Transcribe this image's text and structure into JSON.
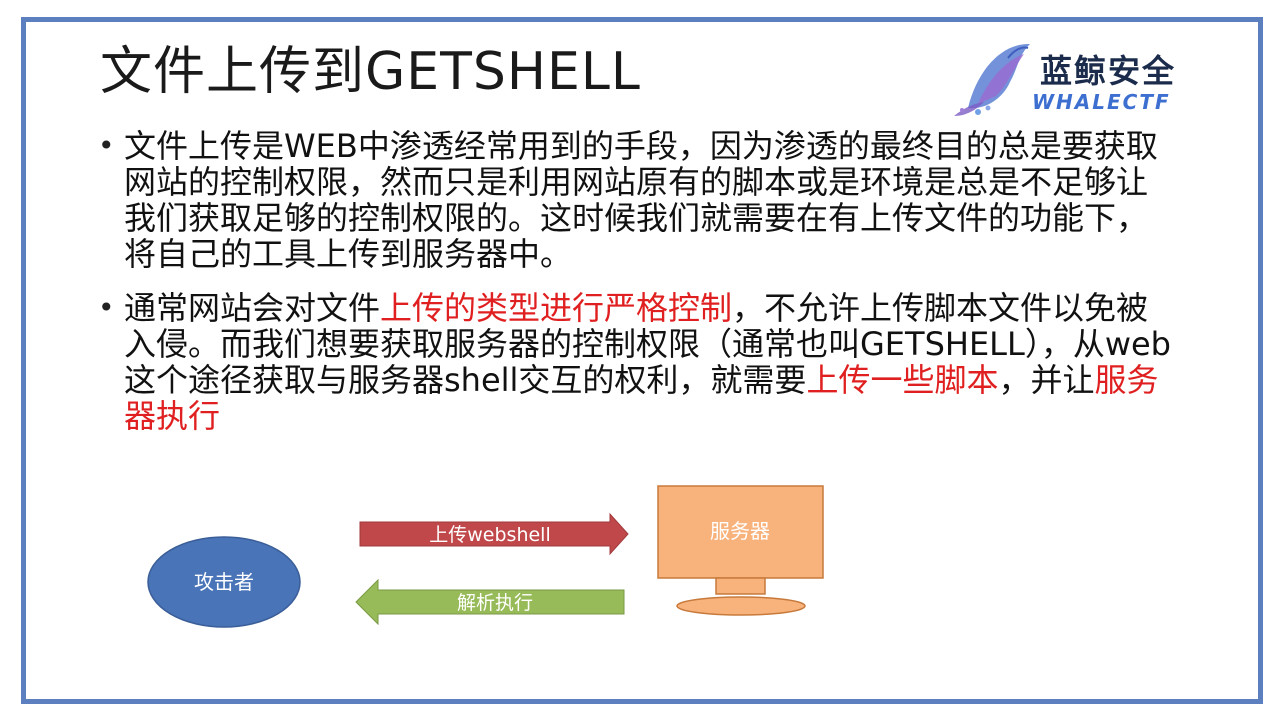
{
  "slide": {
    "title": "文件上传到GETSHELL",
    "logo": {
      "cn": "蓝鲸安全",
      "en": "WHALECTF"
    }
  },
  "bullets": [
    {
      "segments": [
        {
          "text": "文件上传是WEB中渗透经常用到的手段，因为渗透的最终目的总是要获取网站的控制权限，然而只是利用网站原有的脚本或是环境是总是不足够让我们获取足够的控制权限的。这时候我们就需要在有上传文件的功能下，将自己的工具上传到服务器中。",
          "red": false
        }
      ]
    },
    {
      "segments": [
        {
          "text": "通常网站会对文件",
          "red": false
        },
        {
          "text": "上传的类型进行严格控制",
          "red": true
        },
        {
          "text": "，不允许上传脚本文件以免被入侵。而我们想要获取服务器的控制权限（通常也叫GETSHELL），从web这个途径获取与服务器shell交互的权利，就需要",
          "red": false
        },
        {
          "text": "上传一些脚本",
          "red": true
        },
        {
          "text": "，并让",
          "red": false
        },
        {
          "text": "服务器执行",
          "red": true
        }
      ]
    }
  ],
  "diagram": {
    "attacker_label": "攻击者",
    "server_label": "服务器",
    "upload_arrow_label": "上传webshell",
    "execute_arrow_label": "解析执行",
    "colors": {
      "attacker_fill": "#4a74b8",
      "server_fill": "#f8b27c",
      "server_stroke": "#c77a3b",
      "upload_arrow": "#c0484a",
      "execute_arrow": "#98bb59"
    }
  },
  "theme": {
    "frame_color": "#5b7fbf",
    "highlight_color": "#e02020"
  }
}
